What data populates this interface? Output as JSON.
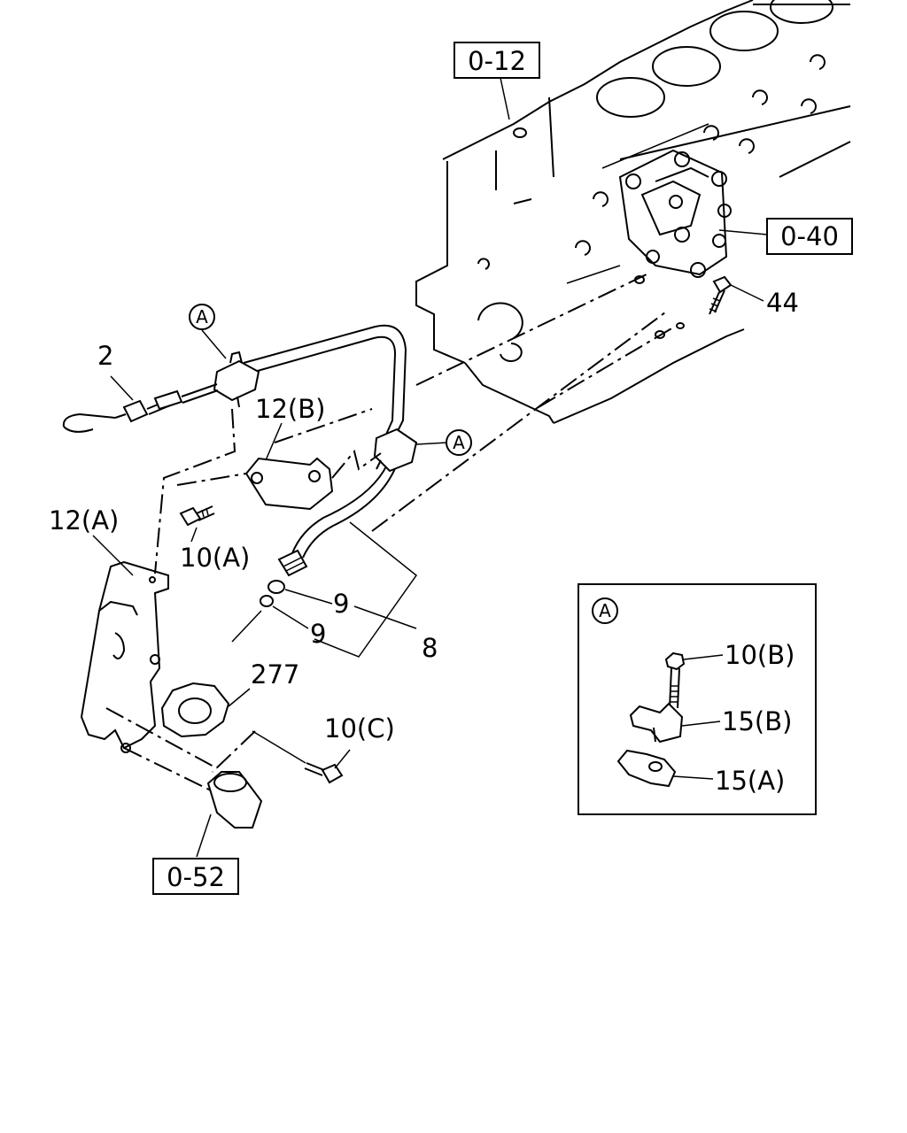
{
  "refs": {
    "ref_0_12": "0-12",
    "ref_0_40": "0-40",
    "ref_0_52": "0-52"
  },
  "callouts": {
    "c44": "44",
    "c2": "2",
    "c12b": "12(B)",
    "c12a": "12(A)",
    "c10a": "10(A)",
    "c9a": "9",
    "c9b": "9",
    "c8": "8",
    "c277": "277",
    "c10c": "10(C)",
    "marker_a": "A"
  },
  "detail_a": {
    "marker": "A",
    "c10b": "10(B)",
    "c15b": "15(B)",
    "c15a": "15(A)"
  }
}
